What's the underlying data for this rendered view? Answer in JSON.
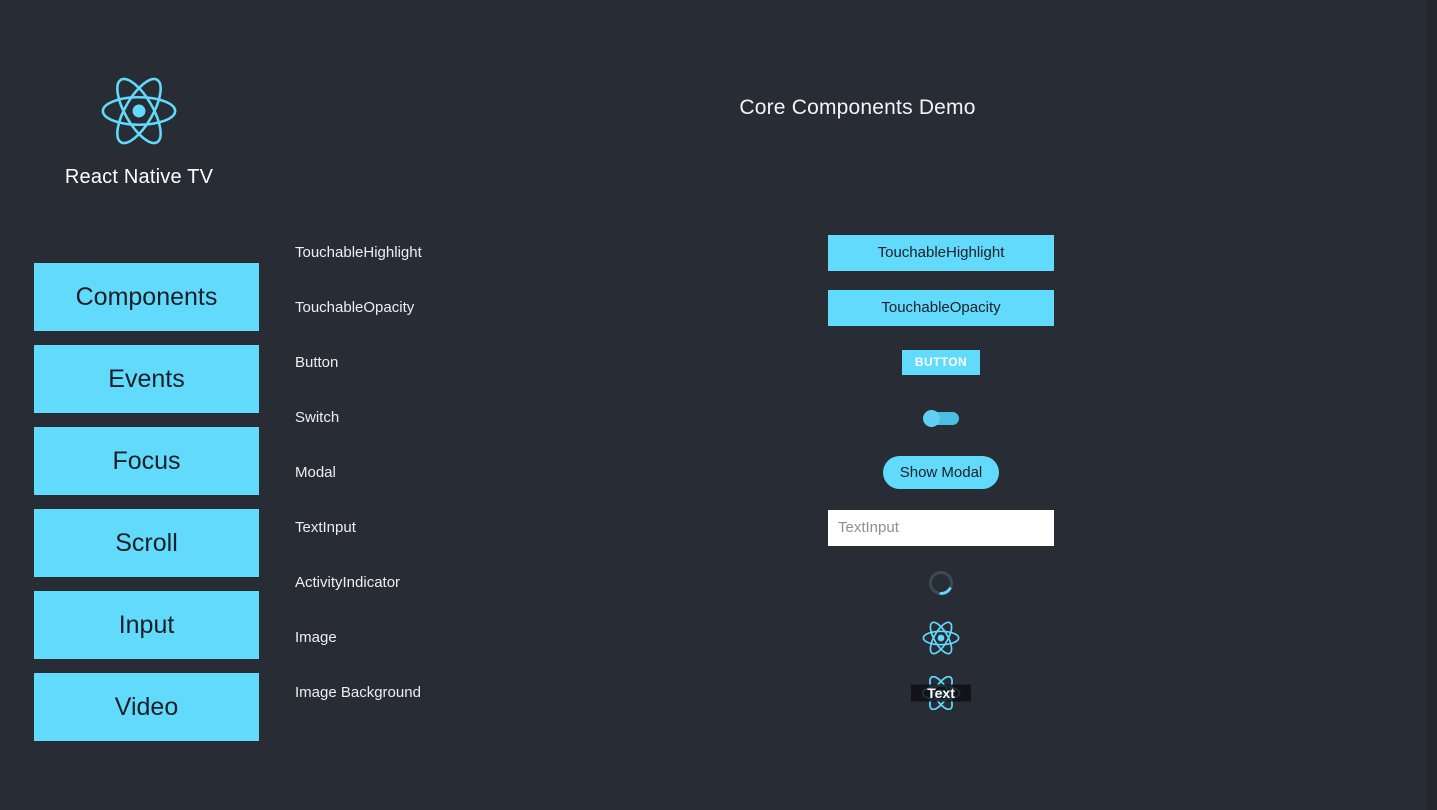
{
  "app": {
    "background_color": "#282c34",
    "accent_color": "#61dafb",
    "brand_title": "React Native TV",
    "logo_icon": "react-atom-icon"
  },
  "header": {
    "title": "Core Components Demo"
  },
  "sidebar": {
    "items": [
      {
        "label": "Components"
      },
      {
        "label": "Events"
      },
      {
        "label": "Focus"
      },
      {
        "label": "Scroll"
      },
      {
        "label": "Input"
      },
      {
        "label": "Video"
      }
    ]
  },
  "main": {
    "rows": [
      {
        "label": "TouchableHighlight",
        "control": "TouchableHighlight"
      },
      {
        "label": "TouchableOpacity",
        "control": "TouchableOpacity"
      },
      {
        "label": "Button",
        "control": "BUTTON"
      },
      {
        "label": "Switch",
        "control": "off"
      },
      {
        "label": "Modal",
        "control": "Show Modal"
      },
      {
        "label": "TextInput",
        "control": "",
        "placeholder": "TextInput"
      },
      {
        "label": "ActivityIndicator",
        "control": "loading"
      },
      {
        "label": "Image",
        "control": "react-logo-image"
      },
      {
        "label": "Image Background",
        "control": "Text"
      }
    ]
  }
}
